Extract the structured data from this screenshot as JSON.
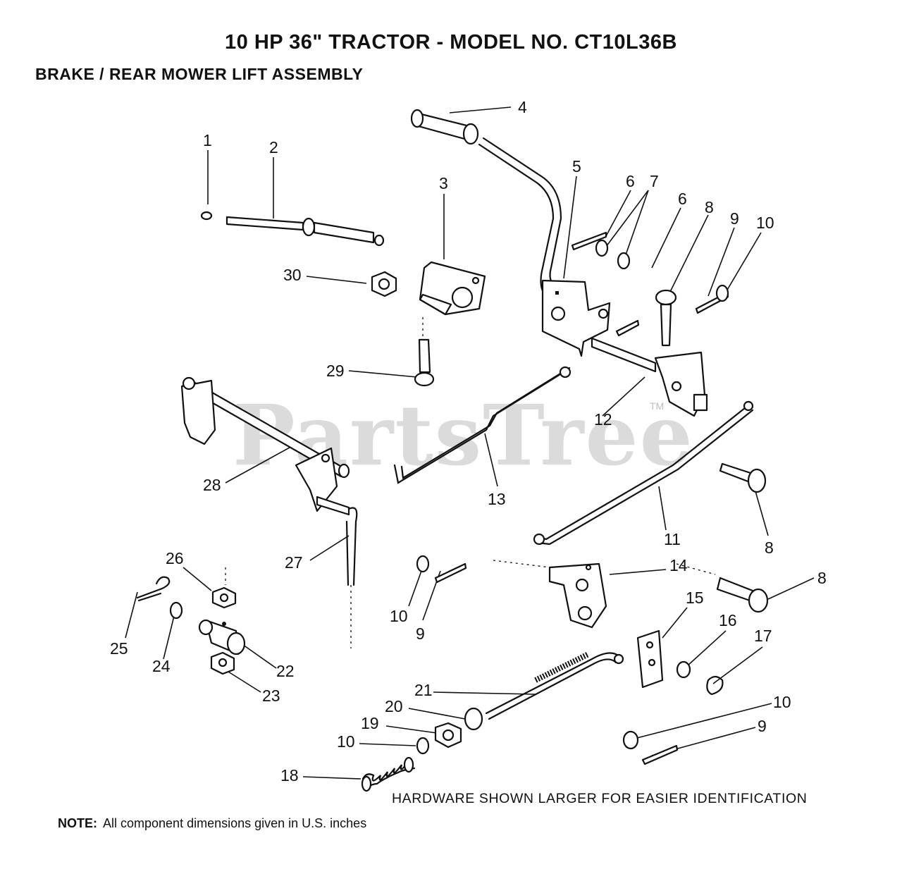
{
  "title": "10 HP 36\" TRACTOR - MODEL NO. CT10L36B",
  "subtitle": "BRAKE / REAR MOWER LIFT ASSEMBLY",
  "caption": "HARDWARE SHOWN LARGER FOR EASIER IDENTIFICATION",
  "note": {
    "label": "NOTE:",
    "text": "All component dimensions given in U.S. inches"
  },
  "watermark": "PartsTree",
  "trademark": "TM",
  "callouts": [
    "1",
    "2",
    "3",
    "4",
    "5",
    "6",
    "7",
    "6",
    "8",
    "9",
    "10",
    "30",
    "29",
    "12",
    "13",
    "28",
    "11",
    "8",
    "27",
    "26",
    "10",
    "9",
    "14",
    "8",
    "25",
    "24",
    "22",
    "23",
    "15",
    "16",
    "17",
    "21",
    "20",
    "10",
    "19",
    "10",
    "9",
    "18"
  ]
}
